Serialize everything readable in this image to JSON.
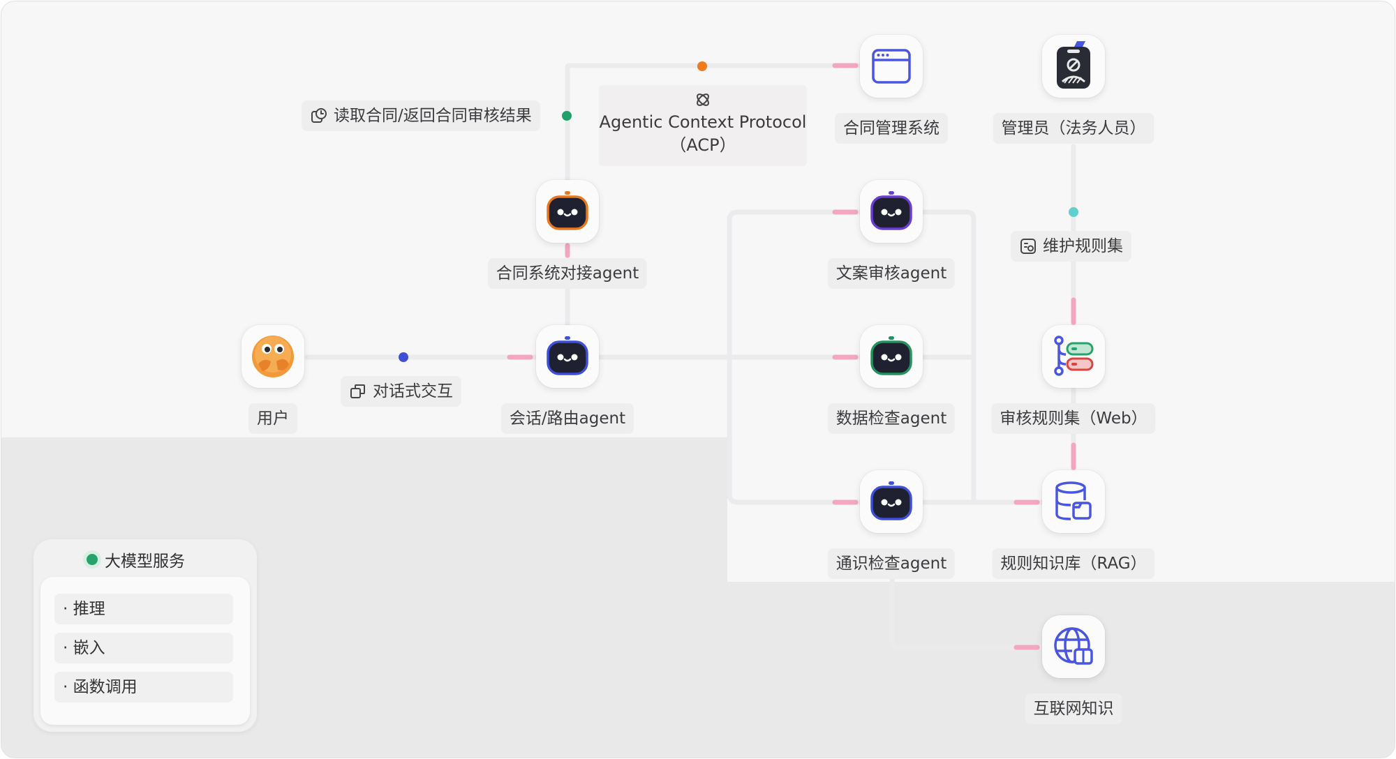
{
  "nodes": {
    "user": {
      "label": "用户",
      "icon": "user-avatar-icon"
    },
    "router_agent": {
      "label": "会话/路由agent",
      "icon": "robot-icon",
      "ring_color": "#3f4fd6"
    },
    "contract_agent": {
      "label": "合同系统对接agent",
      "icon": "robot-icon",
      "ring_color": "#e8781f"
    },
    "copy_review_agent": {
      "label": "文案审核agent",
      "icon": "robot-icon",
      "ring_color": "#6a3fd0"
    },
    "data_check_agent": {
      "label": "数据检查agent",
      "icon": "robot-icon",
      "ring_color": "#23925e"
    },
    "common_check_agent": {
      "label": "通识检查agent",
      "icon": "robot-icon",
      "ring_color": "#3f4fd6"
    },
    "contract_system": {
      "label": "合同管理系统",
      "icon": "browser-window-icon"
    },
    "admin": {
      "label": "管理员（法务人员）",
      "icon": "id-badge-icon"
    },
    "rules_web": {
      "label": "审核规则集（Web）",
      "icon": "rules-flow-icon"
    },
    "rules_kb": {
      "label": "规则知识库（RAG）",
      "icon": "database-icon"
    },
    "internet": {
      "label": "互联网知识",
      "icon": "globe-icon"
    }
  },
  "edges": {
    "dialog": {
      "label": "对话式交互",
      "icon": "copy-window-icon",
      "dot_color": "#3f4fd6"
    },
    "contract_io": {
      "label": "读取合同/返回合同审核结果",
      "icon": "clock-doc-icon",
      "dot_color": "#23a06a"
    },
    "maintain": {
      "label": "维护规则集",
      "icon": "edit-rules-icon",
      "dot_color": "#5fcfd0"
    },
    "acp_dot_color": "#f07a1e"
  },
  "acp": {
    "line1": "Agentic Context Protocol",
    "line2": "（ACP）",
    "icon": "atom-icon"
  },
  "legend": {
    "title": "大模型服务",
    "dot_color": "#26a36b",
    "items": [
      "· 推理",
      "· 嵌入",
      "· 函数调用"
    ]
  },
  "colors": {
    "wire": "#ececee",
    "wire_accent": "#f3a6c0"
  }
}
